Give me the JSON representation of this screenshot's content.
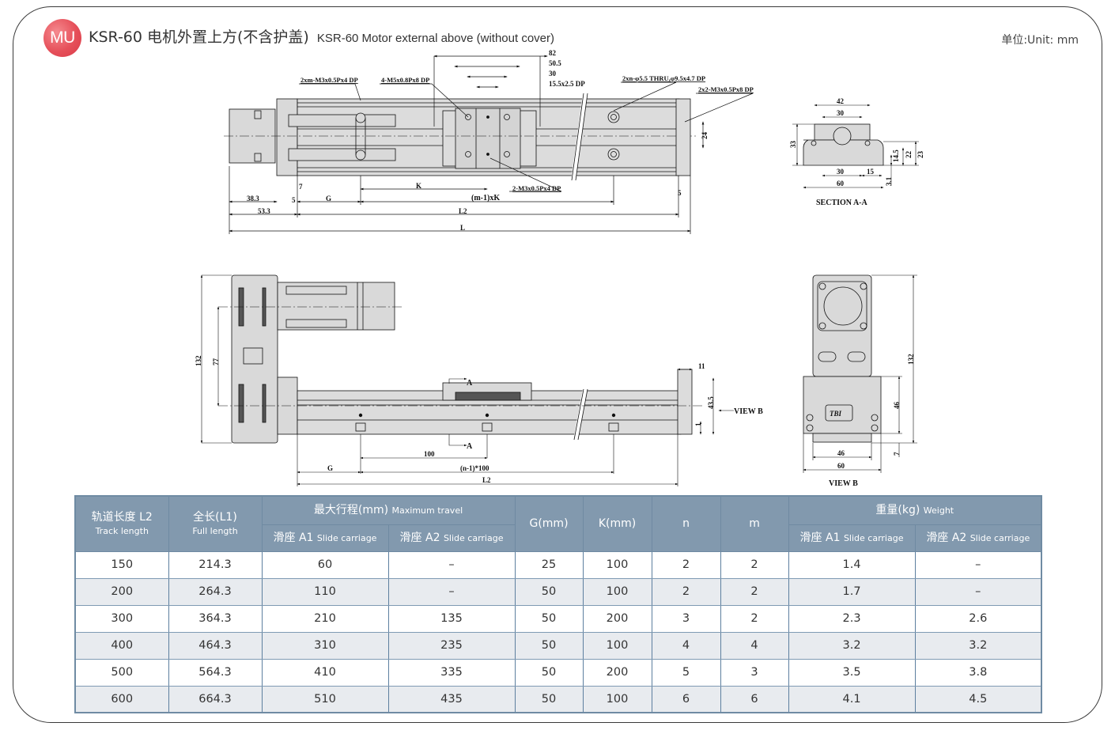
{
  "header": {
    "badge": "MU",
    "title_cn": "KSR-60 电机外置上方(不含护盖)",
    "title_en": "KSR-60 Motor external above (without cover)",
    "unit": "单位:Unit: mm"
  },
  "drawing": {
    "top_view": {
      "callouts": {
        "tap_left": "2xm-M3x0.5Px4 DP",
        "carriage_tap": "4-M5x0.8Px8 DP",
        "through_hole": "2xn-φ5.5 THRU,φ9.5x4.7 DP",
        "end_tap": "2x2-M3x0.5Px8 DP",
        "bottom_tap": "2-M3x0.5Px4 DP"
      },
      "dims": {
        "d82": "82",
        "d50_5": "50.5",
        "d30": "30",
        "d15_5": "15.5x2.5 DP",
        "d24": "24",
        "d7": "7",
        "d5_left": "5",
        "d5_right": "5",
        "d38_3": "38.3",
        "d53_3": "53.3",
        "G": "G",
        "K": "K",
        "mK": "(m-1)xK",
        "L2": "L2",
        "L": "L"
      }
    },
    "section_a": {
      "d42": "42",
      "d30_top": "30",
      "d33": "33",
      "d14_5": "14.5",
      "d22": "22",
      "d23": "23",
      "d30_bot": "30",
      "d15": "15",
      "d60": "60",
      "d3_1": "3.1",
      "label": "SECTION A-A"
    },
    "side_view": {
      "d132": "132",
      "d77": "77",
      "d11": "11",
      "d43_5": "43.5",
      "d1": "1",
      "view_b": "VIEW B",
      "section_mark": "A",
      "d100": "100",
      "n100": "(n-1)*100",
      "G": "G",
      "L2": "L2"
    },
    "view_b": {
      "d132": "132",
      "d46_v": "46",
      "d7": "7",
      "d46_h": "46",
      "d60": "60",
      "logo": "TBI",
      "label": "VIEW B"
    }
  },
  "table": {
    "headers": {
      "track_cn": "轨道长度 L2",
      "track_en": "Track length",
      "full_cn": "全长(L1)",
      "full_en": "Full length",
      "travel_cn": "最大行程(mm)",
      "travel_en": "Maximum travel",
      "g": "G(mm)",
      "k": "K(mm)",
      "n": "n",
      "m": "m",
      "weight_cn": "重量(kg)",
      "weight_en": "Weight",
      "a1_cn": "滑座 A1",
      "a2_cn": "滑座 A2",
      "slide_en": "Slide carriage"
    },
    "rows": [
      [
        "150",
        "214.3",
        "60",
        "–",
        "25",
        "100",
        "2",
        "2",
        "1.4",
        "–"
      ],
      [
        "200",
        "264.3",
        "110",
        "–",
        "50",
        "100",
        "2",
        "2",
        "1.7",
        "–"
      ],
      [
        "300",
        "364.3",
        "210",
        "135",
        "50",
        "200",
        "3",
        "2",
        "2.3",
        "2.6"
      ],
      [
        "400",
        "464.3",
        "310",
        "235",
        "50",
        "100",
        "4",
        "4",
        "3.2",
        "3.2"
      ],
      [
        "500",
        "564.3",
        "410",
        "335",
        "50",
        "200",
        "5",
        "3",
        "3.5",
        "3.8"
      ],
      [
        "600",
        "664.3",
        "510",
        "435",
        "50",
        "100",
        "6",
        "6",
        "4.1",
        "4.5"
      ]
    ]
  },
  "colors": {
    "badge": "#e6505a",
    "header_bg": "#8299ae",
    "row_alt": "#e8ebef",
    "part_fill": "#d9d9d9"
  }
}
